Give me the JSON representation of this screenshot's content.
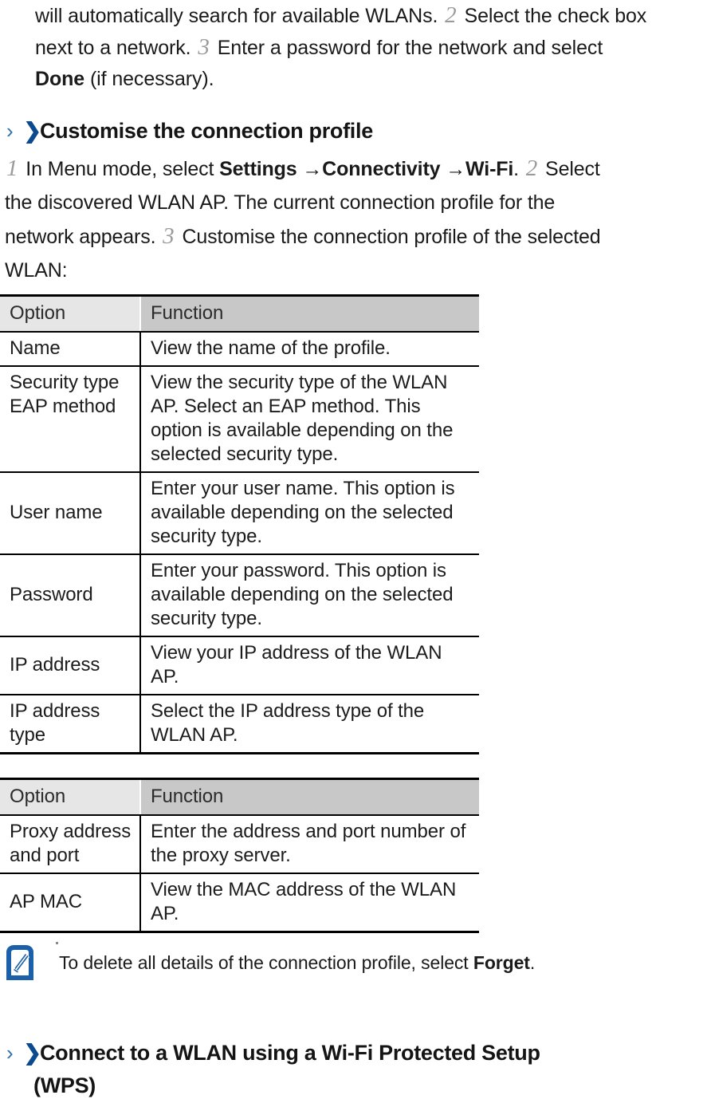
{
  "intro": {
    "lines": [
      [
        {
          "t": "text",
          "v": "will automatically search for available WLANs. "
        },
        {
          "t": "step",
          "v": "2"
        },
        {
          "t": "text",
          "v": " Select the check box"
        }
      ],
      [
        {
          "t": "text",
          "v": "next to a network. "
        },
        {
          "t": "step",
          "v": "3"
        },
        {
          "t": "text",
          "v": " Enter a password for the network and select"
        }
      ],
      [
        {
          "t": "bold",
          "v": "Done"
        },
        {
          "t": "text",
          "v": " (if necessary)."
        }
      ]
    ]
  },
  "heading_customise": {
    "chevron_light": "›",
    "chevron_bold": "❯",
    "title": "Customise the connection profile"
  },
  "paragraph": {
    "lines": [
      [
        {
          "t": "step",
          "v": "1"
        },
        {
          "t": "text",
          "v": " In Menu mode, select "
        },
        {
          "t": "bold",
          "v": "Settings"
        },
        {
          "t": "text",
          "v": " "
        },
        {
          "t": "bold",
          "v": "→Connectivity"
        },
        {
          "t": "text",
          "v": " "
        },
        {
          "t": "bold",
          "v": "→Wi-Fi"
        },
        {
          "t": "text",
          "v": ". "
        },
        {
          "t": "step",
          "v": "2"
        },
        {
          "t": "text",
          "v": " Select"
        }
      ],
      [
        {
          "t": "text",
          "v": "the discovered WLAN AP. The current connection profile for the"
        }
      ],
      [
        {
          "t": "text",
          "v": "network appears. "
        },
        {
          "t": "step",
          "v": "3"
        },
        {
          "t": "text",
          "v": " Customise the connection profile of the selected"
        }
      ],
      [
        {
          "t": "text",
          "v": "WLAN:"
        }
      ]
    ]
  },
  "table_profile": {
    "headers": [
      "Option",
      "Function"
    ],
    "rows": [
      {
        "option": "Name",
        "function": "View the name of the profile.",
        "align": "middle"
      },
      {
        "option": "Security type EAP method",
        "function": "View the security type of the WLAN AP. Select an EAP method. This option is available depending on the selected security type.",
        "align": "top"
      },
      {
        "option": "User name",
        "function": "Enter your user name. This option is available depending on the selected security type.",
        "align": "middle"
      },
      {
        "option": "Password",
        "function": "Enter your password. This option is available depending on the selected security type.",
        "align": "middle"
      },
      {
        "option": "IP address",
        "function": "View your IP address of the WLAN AP.",
        "align": "middle"
      },
      {
        "option": "IP address type",
        "function": "Select the IP address type of the WLAN AP.",
        "align": "top"
      }
    ]
  },
  "table_proxy": {
    "headers": [
      "Option",
      "Function"
    ],
    "rows": [
      {
        "option": "Proxy address and port",
        "function": "Enter the address and port number of the proxy server.",
        "align": "top"
      },
      {
        "option": "AP MAC",
        "function": "View the MAC address of the WLAN AP.",
        "align": "middle"
      }
    ]
  },
  "note": {
    "icon": "note-pencil-icon",
    "icon_color": "#1b60a8",
    "text_parts": [
      {
        "t": "text",
        "v": "To delete all details of the connection profile, select "
      },
      {
        "t": "bold",
        "v": "Forget"
      },
      {
        "t": "text",
        "v": "."
      }
    ]
  },
  "heading_wps": {
    "chevron_light": "›",
    "chevron_bold": "❯",
    "title_line1": "Connect to a WLAN using a Wi-Fi Protected Setup",
    "title_line2": "(WPS)"
  }
}
